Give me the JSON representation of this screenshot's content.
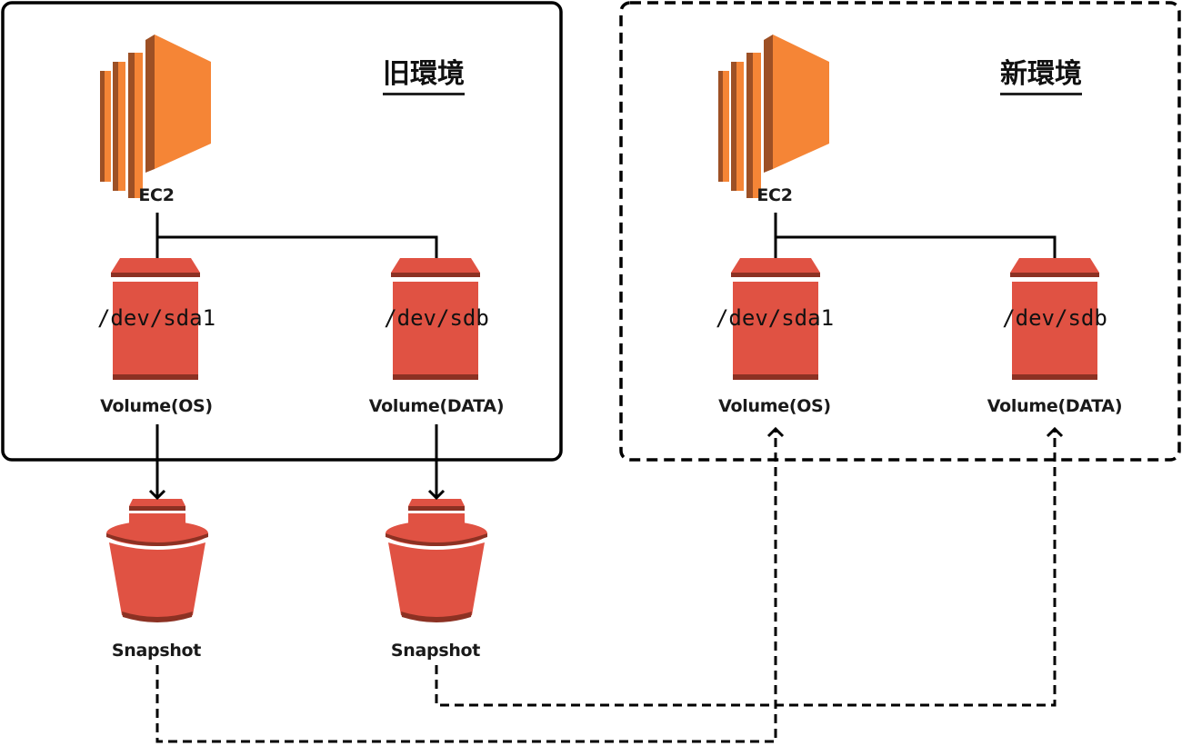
{
  "old_env": {
    "title": "旧環境",
    "border_style": "solid",
    "ec2_label": "EC2",
    "volumes": [
      {
        "device": "/dev/sda1",
        "label": "Volume(OS)"
      },
      {
        "device": "/dev/sdb",
        "label": "Volume(DATA)"
      }
    ]
  },
  "new_env": {
    "title": "新環境",
    "border_style": "dashed",
    "ec2_label": "EC2",
    "volumes": [
      {
        "device": "/dev/sda1",
        "label": "Volume(OS)"
      },
      {
        "device": "/dev/sdb",
        "label": "Volume(DATA)"
      }
    ]
  },
  "snapshots": [
    {
      "label": "Snapshot",
      "source": "old Volume(OS)",
      "restores_to": "new Volume(OS)"
    },
    {
      "label": "Snapshot",
      "source": "old Volume(DATA)",
      "restores_to": "new Volume(DATA)"
    }
  ],
  "colors": {
    "ec2_orange": "#F58536",
    "ec2_dark": "#9D5025",
    "ebs_red": "#E05243",
    "ebs_dark": "#8C3123",
    "line": "#000000"
  }
}
